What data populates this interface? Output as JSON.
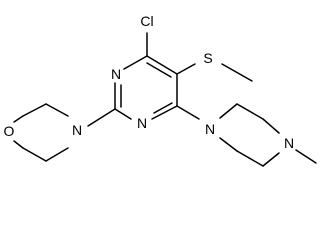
{
  "molecule": {
    "atoms": [
      {
        "id": "cl",
        "label": "Cl"
      },
      {
        "id": "s",
        "label": "S"
      },
      {
        "id": "n_pyr_top",
        "label": "N"
      },
      {
        "id": "n_pyr_bottom",
        "label": "N"
      },
      {
        "id": "n_morph",
        "label": "N"
      },
      {
        "id": "o_morph",
        "label": "O"
      },
      {
        "id": "n_pip_left",
        "label": "N"
      },
      {
        "id": "n_pip_right",
        "label": "N"
      }
    ],
    "colors": {
      "bond": "#000000",
      "label": "#000000",
      "background": "#ffffff"
    }
  }
}
